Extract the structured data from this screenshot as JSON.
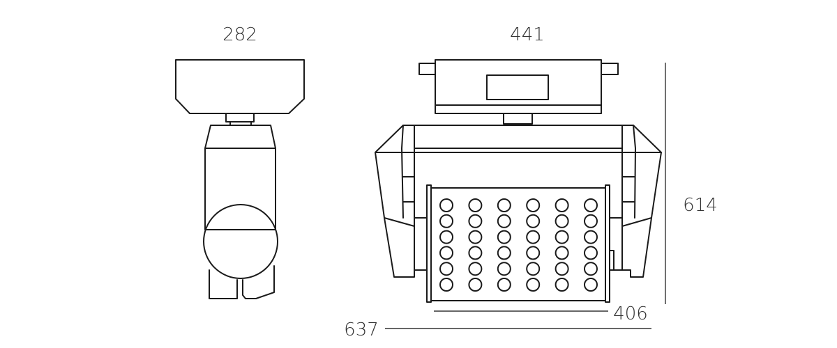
{
  "dimensions": {
    "side_width": "282",
    "front_width": "441",
    "total_height": "614",
    "panel_width": "406",
    "overall_width": "637"
  },
  "led_grid": {
    "columns": 6,
    "rows": 6
  },
  "colors": {
    "line": "#1a1a1a",
    "dimension": "#333333",
    "background": "#ffffff"
  }
}
